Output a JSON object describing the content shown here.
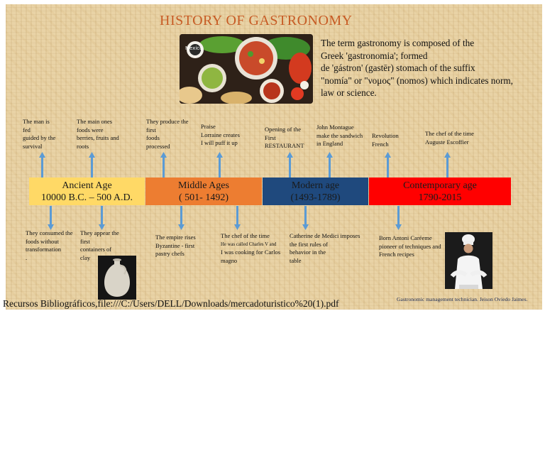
{
  "title": "HISTORY OF GASTRONOMY",
  "intro": [
    "The term gastronomy is composed of the",
    "Greek 'gastronomia'; formed",
    "de 'gástron' (gastēr) stomach of the suffix",
    "\"nomía\" or \"νομος\" (nomos) which indicates norm,",
    "law or science."
  ],
  "photo_label": "Mexico",
  "eras": [
    {
      "name": "Ancient Age",
      "range": "10000 B.C. – 500 A.D.",
      "color": "#ffd966"
    },
    {
      "name": "Middle Ages",
      "range": "( 501-  1492)",
      "color": "#ed7d31"
    },
    {
      "name": "Modern age",
      "range": "(1493-1789)",
      "color": "#1f497d"
    },
    {
      "name": "Contemporary age",
      "range": "1790-2015",
      "color": "#ff0000"
    }
  ],
  "above_notes": [
    [
      "The man is",
      "fed",
      "guided by the",
      "survival"
    ],
    [
      "The main ones",
      "foods were",
      "berries, fruits and",
      "roots"
    ],
    [
      "They produce the",
      "first",
      "foods",
      "processed"
    ],
    [
      "Praise",
      "Lorraine creates",
      "I will puff it up"
    ],
    [
      "Opening of the",
      "First",
      "RESTAURANT"
    ],
    [
      "John Montague",
      "make the sandwich",
      "in England"
    ],
    [
      "Revolution",
      "French"
    ],
    [
      "The chef of the time",
      "Auguste Escoffier"
    ]
  ],
  "below_notes": [
    [
      "They consumed the",
      "foods without",
      "transformation",
      "."
    ],
    [
      "They appear the",
      "first",
      "containers of",
      "clay"
    ],
    [
      "The empire rises",
      "Byzantine - first",
      "pastry chefs"
    ],
    [
      "The chef of the time",
      "He was called Charles V and",
      "I was cooking for Carlos",
      "magno"
    ],
    [
      "Catherine de Medici imposes",
      "the first rules of",
      "behavior in the",
      "table"
    ],
    [
      "Born  Antoni  Caréeme",
      "pioneer of techniques and",
      "French recipes"
    ]
  ],
  "credit": "Recursos Bibliográficos,file:///C:/Users/DELL/Downloads/mercadoturistico%20(1).pdf",
  "author": "Gastronomic management technician. Jeison Oviedo Jaimes.",
  "colors": {
    "title": "#c75b24",
    "arrow": "#5b9bd5",
    "parchment": "#e9d3a6"
  },
  "icons": [
    "clay-jug-icon",
    "chef-icon",
    "food-photo"
  ]
}
